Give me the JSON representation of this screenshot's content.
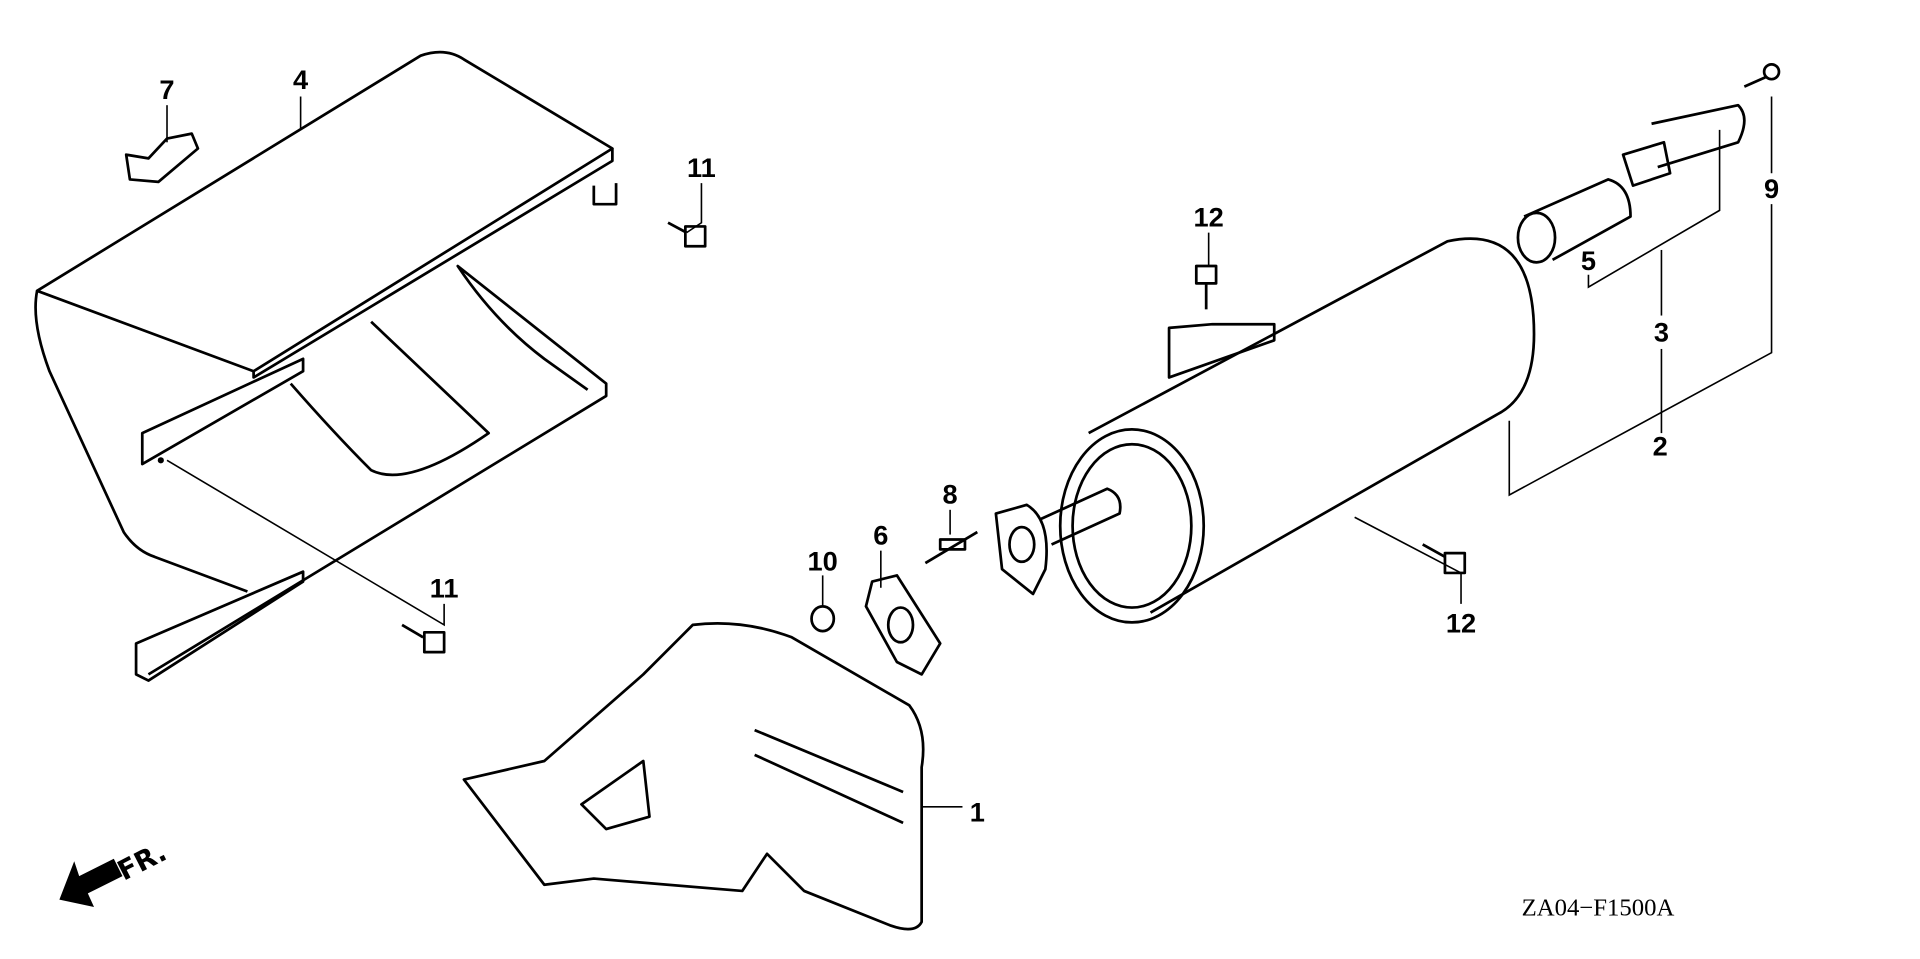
{
  "diagram": {
    "drawing_code": "ZA04−F1500A",
    "front_indicator": "FR.",
    "callouts": [
      {
        "id": "c1",
        "label": "1"
      },
      {
        "id": "c2",
        "label": "2"
      },
      {
        "id": "c3",
        "label": "3"
      },
      {
        "id": "c4",
        "label": "4"
      },
      {
        "id": "c5",
        "label": "5"
      },
      {
        "id": "c6",
        "label": "6"
      },
      {
        "id": "c7",
        "label": "7"
      },
      {
        "id": "c8",
        "label": "8"
      },
      {
        "id": "c9",
        "label": "9"
      },
      {
        "id": "c10",
        "label": "10"
      },
      {
        "id": "c11a",
        "label": "11"
      },
      {
        "id": "c11b",
        "label": "11"
      },
      {
        "id": "c12a",
        "label": "12"
      },
      {
        "id": "c12b",
        "label": "12"
      }
    ]
  }
}
